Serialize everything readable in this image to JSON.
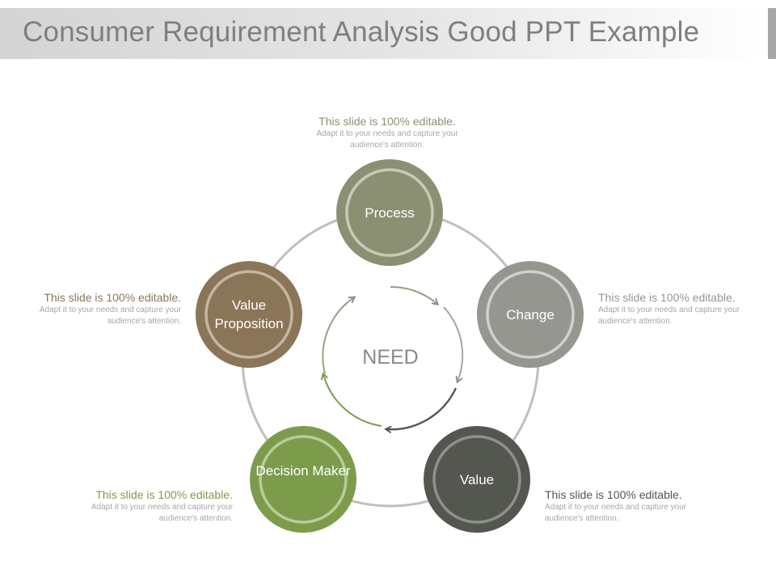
{
  "title": "Consumer Requirement Analysis Good PPT Example",
  "center_label": "NEED",
  "colors": {
    "process": "#8c9073",
    "change": "#969690",
    "value": "#545650",
    "decision_maker": "#7c9c4c",
    "value_proposition": "#8b7558",
    "ring": "#bfbfbf"
  },
  "nodes": [
    {
      "id": "process",
      "label": "Process"
    },
    {
      "id": "change",
      "label": "Change"
    },
    {
      "id": "value",
      "label": "Value"
    },
    {
      "id": "decision_maker",
      "label": "Decision Maker"
    },
    {
      "id": "value_proposition",
      "label": "Value Proposition"
    }
  ],
  "notes": [
    {
      "id": "top",
      "head": "This slide is 100% editable.",
      "body": "Adapt it to your needs and capture your audience's attention."
    },
    {
      "id": "right",
      "head": "This slide is 100% editable.",
      "body": "Adapt it to your needs and capture your audience's attention."
    },
    {
      "id": "bottom_right",
      "head": "This slide is 100% editable.",
      "body": "Adapt it to your needs and capture your audience's attention."
    },
    {
      "id": "bottom_left",
      "head": "This slide is 100% editable.",
      "body": "Adapt it to your needs and capture your audience's attention."
    },
    {
      "id": "left",
      "head": "This slide is 100% editable.",
      "body": "Adapt it to your needs and capture your audience's attention."
    }
  ]
}
